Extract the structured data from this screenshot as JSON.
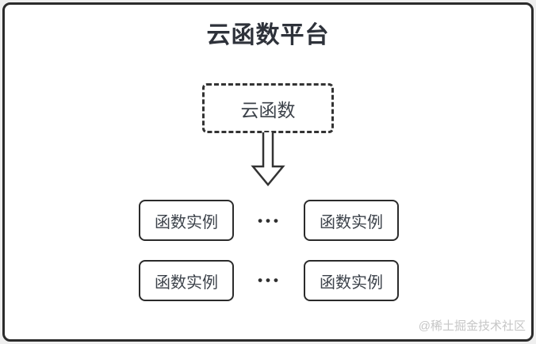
{
  "colors": {
    "outer_bg": "#efefef",
    "canvas_bg": "#ffffff",
    "frame_border": "#2b2b2b",
    "box_border": "#333333",
    "title_color": "#2e323a",
    "text_color": "#3c424a",
    "dots_color": "#2f2f2f",
    "watermark_color": "#c6c6c6"
  },
  "diagram": {
    "title": "云函数平台",
    "root_node": {
      "label": "云函数"
    },
    "arrow_icon": "hollow-down-arrow",
    "instance_rows": [
      {
        "left": {
          "label": "函数实例"
        },
        "separator": "•••",
        "right": {
          "label": "函数实例"
        }
      },
      {
        "left": {
          "label": "函数实例"
        },
        "separator": "•••",
        "right": {
          "label": "函数实例"
        }
      }
    ],
    "watermark": "@稀土掘金技术社区"
  }
}
